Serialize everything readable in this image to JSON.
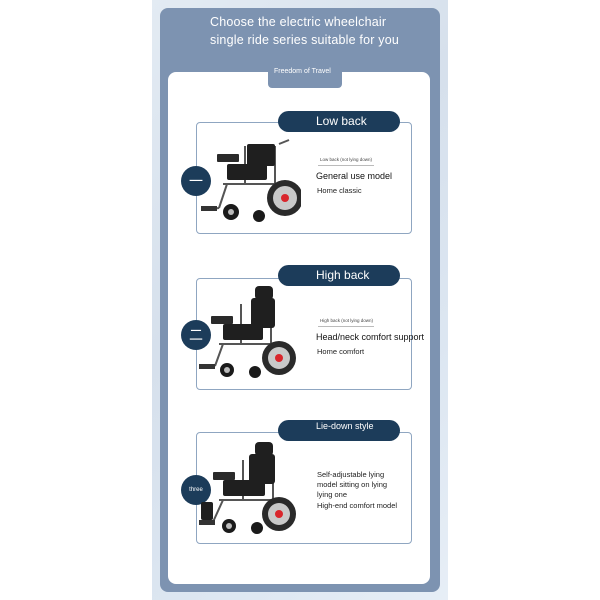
{
  "header": {
    "headline": "Choose the electric wheelchair single ride series suitable for you",
    "badge": "Freedom of Travel"
  },
  "cards": [
    {
      "pill_label": "Low back",
      "marker": "一",
      "small_label": "Low back (not lying down)",
      "title": "General use model",
      "subtitle": "Home classic"
    },
    {
      "pill_label": "High back",
      "marker": "二",
      "small_label": "High back (not lying down)",
      "title": "Head/neck comfort support",
      "subtitle": "Home comfort"
    },
    {
      "pill_label": "Lie-down style",
      "marker": "three",
      "description": "Self-adjustable lying model sitting on lying lying one",
      "title": "High-end comfort model"
    }
  ],
  "colors": {
    "frame": "#7d93b1",
    "pill": "#1c3c5a",
    "card_border": "#8fa6c1",
    "wheel_accent": "#d9262c"
  },
  "icons": [
    "wheelchair-image"
  ]
}
